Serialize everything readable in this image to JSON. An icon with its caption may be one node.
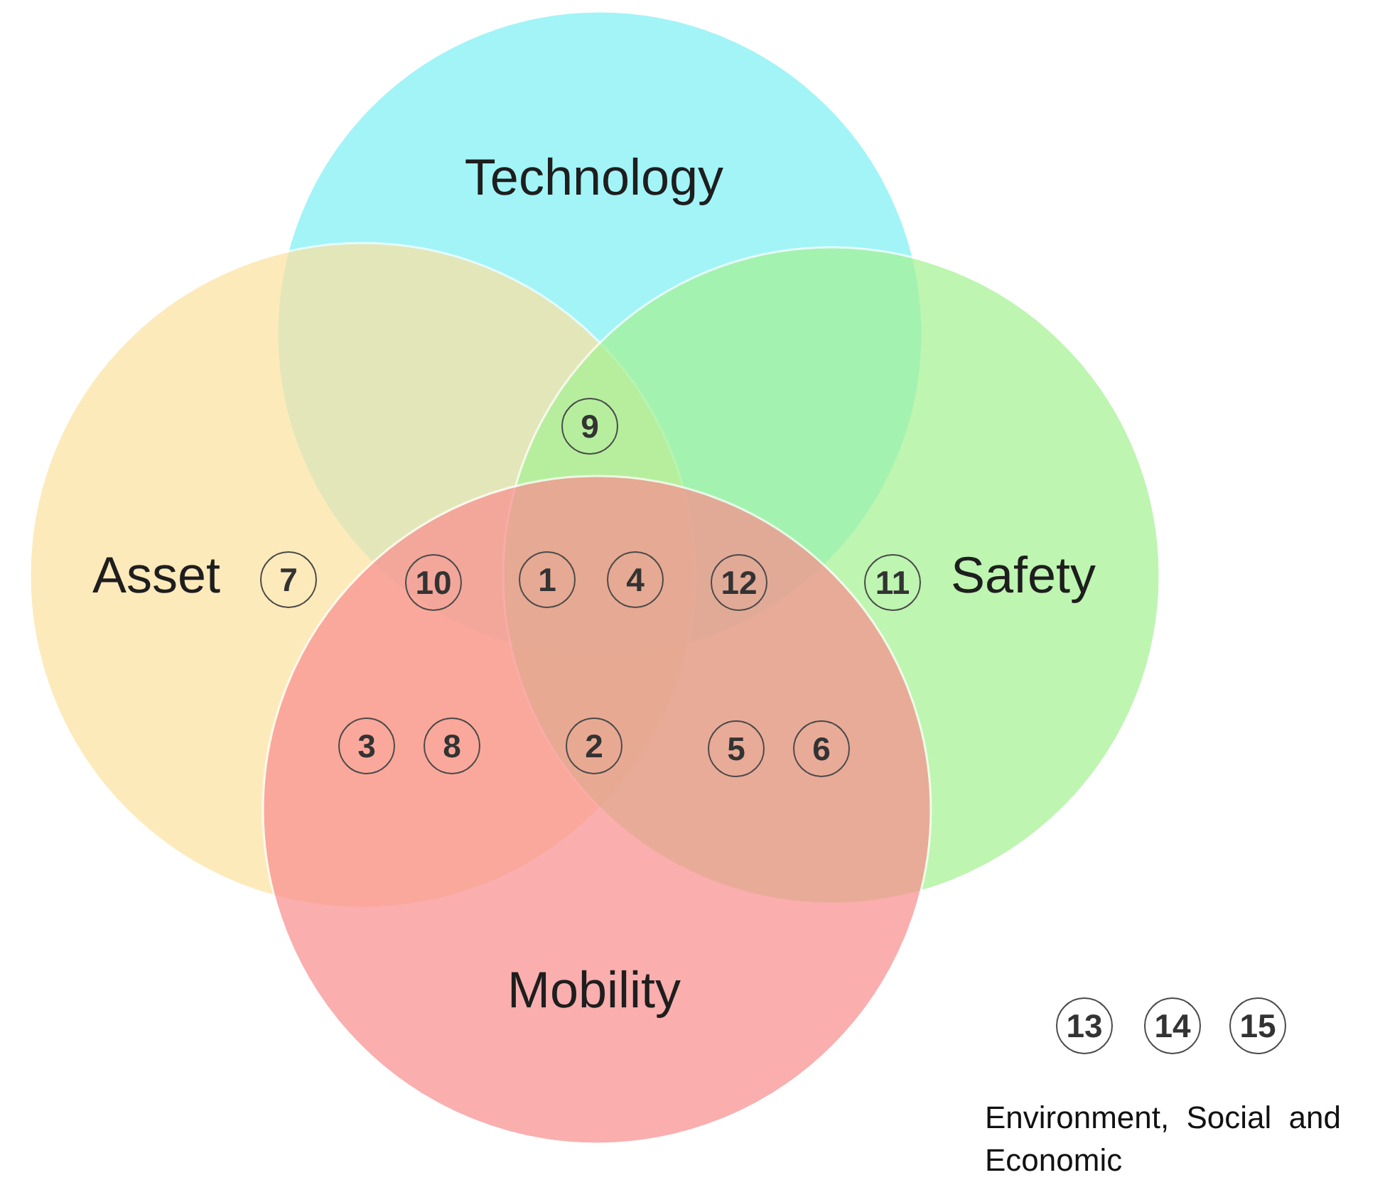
{
  "diagram": {
    "nodes": [
      {
        "text": [
          "Technology"
        ]
      },
      {
        "text": [
          "Asset"
        ]
      },
      {
        "text": [
          "Safety"
        ]
      },
      {
        "text": [
          "Mobility"
        ]
      },
      {
        "text": [
          "9"
        ]
      },
      {
        "text": [
          "7"
        ],
        "in": 1
      },
      {
        "text": [
          "10"
        ]
      },
      {
        "text": [
          "1"
        ]
      },
      {
        "text": [
          "4"
        ]
      },
      {
        "text": [
          "12"
        ]
      },
      {
        "text": [
          "11"
        ],
        "in": 2
      },
      {
        "text": [
          "3"
        ]
      },
      {
        "text": [
          "8"
        ]
      },
      {
        "text": [
          "2"
        ]
      },
      {
        "text": [
          "5"
        ]
      },
      {
        "text": [
          "6"
        ]
      },
      {
        "text": [
          "13"
        ]
      },
      {
        "text": [
          "14"
        ]
      },
      {
        "text": [
          "15"
        ]
      }
    ],
    "labels": [
      "Environment, Social and Economic"
    ]
  }
}
